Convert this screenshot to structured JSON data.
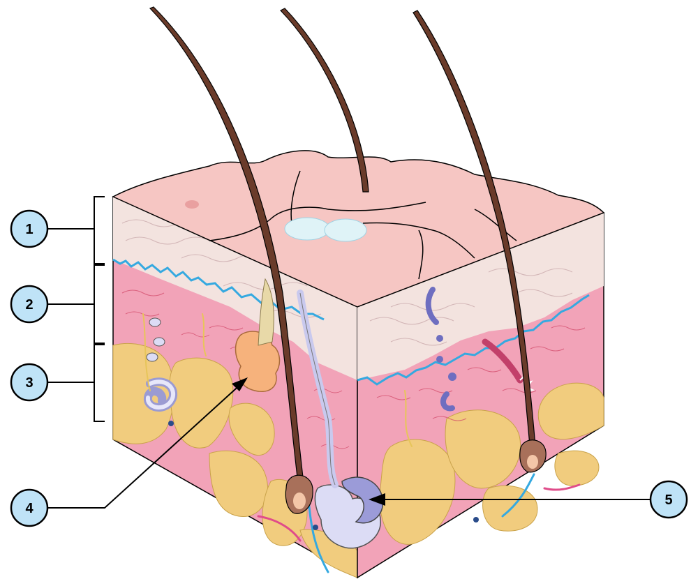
{
  "callouts": [
    {
      "id": "1",
      "label": "1"
    },
    {
      "id": "2",
      "label": "2"
    },
    {
      "id": "3",
      "label": "3"
    },
    {
      "id": "4",
      "label": "4"
    },
    {
      "id": "5",
      "label": "5"
    }
  ],
  "colors": {
    "surface": "#f6c6c3",
    "epidermis": "#f1e3df",
    "dermis": "#f2a3b8",
    "fat": "#f1cc7e",
    "hair": "#6a3b2a",
    "callout_fill": "#bfe3f7",
    "vessel_blue": "#35a9e0",
    "gland": "#f6b27c",
    "sweat_gland": "#b9b9e8"
  }
}
